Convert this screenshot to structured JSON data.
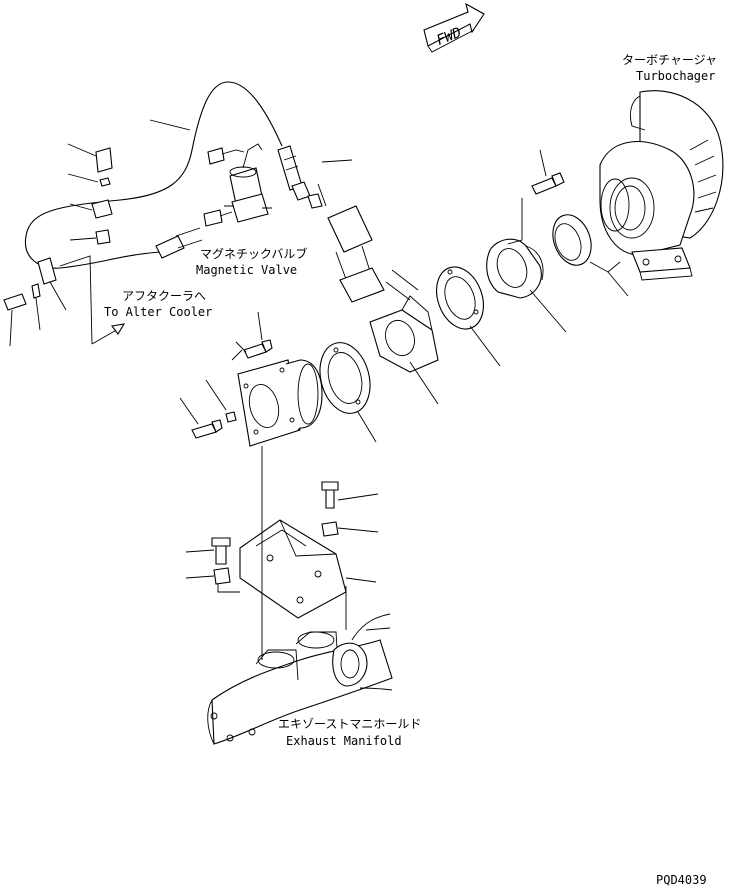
{
  "fwd_arrow": {
    "text": "FWD"
  },
  "labels": {
    "turbocharger_jp": "ターボチャージャ",
    "turbocharger_en": "Turbochager",
    "magnetic_valve_jp": "マグネチックバルブ",
    "magnetic_valve_en": "Magnetic Valve",
    "aftercooler_jp": "アフタクーラへ",
    "aftercooler_en": "To Alter Cooler",
    "exhaust_manifold_jp": "エキゾーストマニホールド",
    "exhaust_manifold_en": "Exhaust Manifold"
  },
  "drawing_code": "PQD4039"
}
